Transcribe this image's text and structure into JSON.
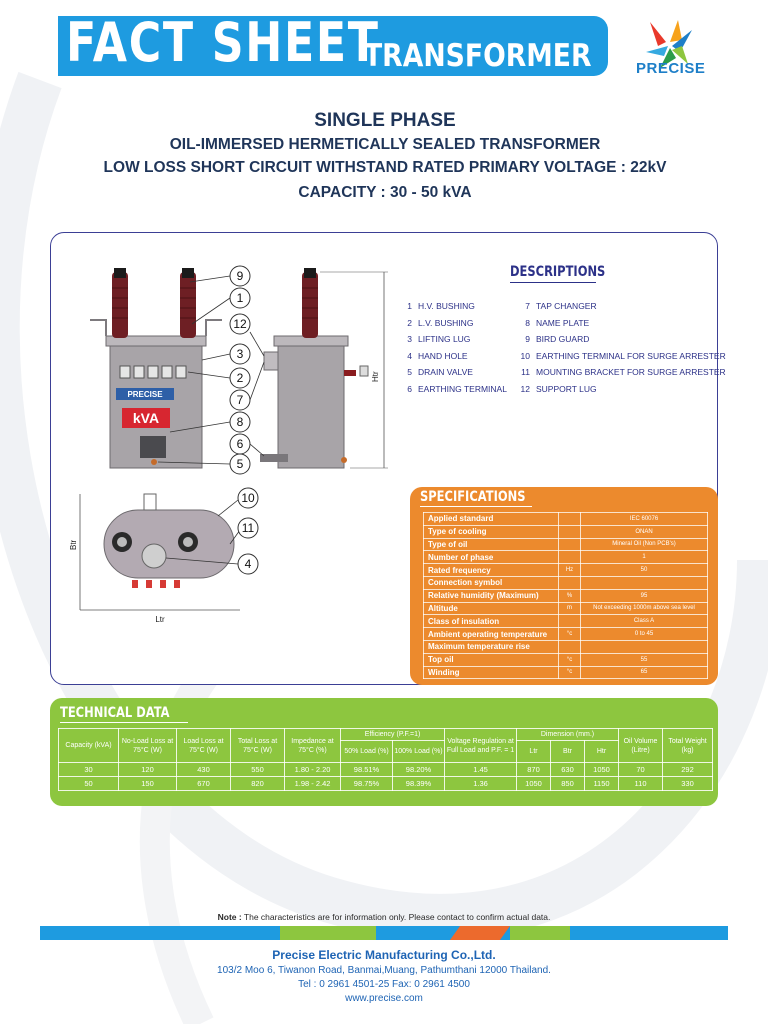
{
  "header": {
    "title": "FACT SHEET",
    "subtitle": "TRANSFORMER",
    "logo_text": "PRECISE",
    "logo_icon": "precise-star-icon",
    "bar_color": "#1e9be0"
  },
  "titles": {
    "line1": "SINGLE PHASE",
    "line2": "OIL-IMMERSED HERMETICALLY SEALED TRANSFORMER",
    "line3": "LOW LOSS SHORT CIRCUIT WITHSTAND RATED PRIMARY VOLTAGE : 22kV",
    "line4": "CAPACITY : 30 - 50 kVA"
  },
  "drawing": {
    "callouts": [
      "9",
      "1",
      "12",
      "3",
      "2",
      "7",
      "8",
      "6",
      "5",
      "10",
      "11",
      "4"
    ],
    "plate_brand": "PRECISE",
    "plate_kva": "kVA",
    "dim_htr": "Htr",
    "dim_btr": "Btr",
    "dim_ltr": "Ltr"
  },
  "descriptions": {
    "title": "DESCRIPTIONS",
    "left": [
      {
        "num": "1",
        "text": "H.V. BUSHING"
      },
      {
        "num": "2",
        "text": "L.V. BUSHING"
      },
      {
        "num": "3",
        "text": "LIFTING LUG"
      },
      {
        "num": "4",
        "text": "HAND HOLE"
      },
      {
        "num": "5",
        "text": "DRAIN VALVE"
      },
      {
        "num": "6",
        "text": "EARTHING TERMINAL"
      }
    ],
    "right": [
      {
        "num": "7",
        "text": "TAP CHANGER"
      },
      {
        "num": "8",
        "text": "NAME PLATE"
      },
      {
        "num": "9",
        "text": "BIRD GUARD"
      },
      {
        "num": "10",
        "text": "EARTHING TERMINAL FOR SURGE ARRESTER"
      },
      {
        "num": "11",
        "text": "MOUNTING BRACKET FOR SURGE ARRESTER"
      },
      {
        "num": "12",
        "text": "SUPPORT LUG"
      }
    ]
  },
  "specifications": {
    "title": "SPECIFICATIONS",
    "color": "#ec8a2d",
    "rows": [
      {
        "key": "Applied standard",
        "unit": "",
        "value": "IEC 60076"
      },
      {
        "key": "Type of cooling",
        "unit": "",
        "value": "ONAN"
      },
      {
        "key": "Type of oil",
        "unit": "",
        "value": "Mineral Oil (Non PCB's)"
      },
      {
        "key": "Number of phase",
        "unit": "",
        "value": "1"
      },
      {
        "key": "Rated frequency",
        "unit": "Hz",
        "value": "50"
      },
      {
        "key": "Connection symbol",
        "unit": "",
        "value": ""
      },
      {
        "key": "Relative humidity (Maximum)",
        "unit": "%",
        "value": "95"
      },
      {
        "key": "Altitude",
        "unit": "m",
        "value": "Not exceeding 1000m above sea level"
      },
      {
        "key": "Class of insulation",
        "unit": "",
        "value": "Class A"
      },
      {
        "key": "Ambient operating temperature",
        "unit": "°c",
        "value": "0 to 45"
      },
      {
        "key": "Maximum temperature rise",
        "unit": "",
        "value": ""
      },
      {
        "key": "Top oil",
        "unit": "°c",
        "value": "55"
      },
      {
        "key": "Winding",
        "unit": "°c",
        "value": "65"
      }
    ]
  },
  "technical": {
    "title": "TECHNICAL DATA",
    "color": "#8dc63f",
    "headers": {
      "capacity": "Capacity (kVA)",
      "no_load": "No-Load Loss at 75°C (W)",
      "load_loss": "Load Loss at 75°C (W)",
      "total_loss": "Total Loss at 75°C (W)",
      "impedance": "Impedance at 75°C (%)",
      "efficiency": "Efficiency (P.F.=1)",
      "eff_50": "50% Load (%)",
      "eff_100": "100% Load (%)",
      "regulation": "Voltage Regulation at Full Load and P.F. = 1",
      "dimension": "Dimension (mm.)",
      "ltr": "Ltr",
      "btr": "Btr",
      "htr": "Htr",
      "oil": "Oil Volume (Litre)",
      "weight": "Total Weight (kg)"
    },
    "rows": [
      [
        "30",
        "120",
        "430",
        "550",
        "1.80 - 2.20",
        "98.51%",
        "98.20%",
        "1.45",
        "870",
        "630",
        "1050",
        "70",
        "292"
      ],
      [
        "50",
        "150",
        "670",
        "820",
        "1.98 - 2.42",
        "98.75%",
        "98.39%",
        "1.36",
        "1050",
        "850",
        "1150",
        "110",
        "330"
      ]
    ]
  },
  "note": {
    "label": "Note :",
    "text": " The characteristics are for information only. Please contact to confirm actual data."
  },
  "footer": {
    "company": "Precise Electric Manufacturing Co.,Ltd.",
    "address": "103/2 Moo 6, Tiwanon Road, Banmai,Muang, Pathumthani 12000 Thailand.",
    "phone": "Tel : 0 2961 4501-25  Fax: 0 2961 4500",
    "web": "www.precise.com"
  }
}
